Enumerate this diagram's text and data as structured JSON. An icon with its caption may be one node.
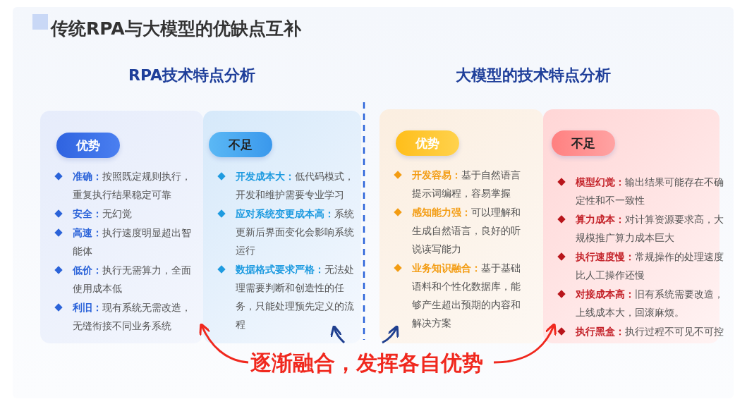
{
  "diagram": {
    "title": "传统RPA与大模型的优缺点互补",
    "nodes": [
      {
        "text": [
          "**准确：**按照既定规则执行，重复执行结果稳定可靠",
          "**安全：**无幻觉",
          "**高速：**执行速度明显超出智能体",
          "**低价：**执行无需算力，全面使用成本低",
          "**利旧：**现有系统无需改造，无缝衔接不同业务系统"
        ]
      },
      {
        "text": [
          "优势"
        ],
        "in": 0
      },
      {
        "text": [
          "**开发成本大：**低代码模式，开发和维护需要专业学习",
          "**应对系统变更成本高：**系统更新后界面变化会影响系统运行",
          "**数据格式要求严格：**无法处理需要判断和创造性的任务，只能处理预先定义的流程"
        ]
      },
      {
        "text": [
          "不足"
        ],
        "in": 2
      },
      {
        "text": [
          "**开发容易：**基于自然语言提示词编程，容易掌握",
          "**感知能力强：**可以理解和生成自然语言，良好的听说读写能力",
          "**业务知识融合：**基于基础语料和个性化数据库，能够产生超出预期的内容和解决方案"
        ]
      },
      {
        "text": [
          "优势"
        ],
        "in": 4
      },
      {
        "text": [
          "**模型幻觉：**输出结果可能存在不确定性和不一致性",
          "**算力成本：**对计算资源要求高，大规模推广算力成本巨大",
          "**执行速度慢：**常规操作的处理速度比人工操作还慢",
          "**对接成本高：**旧有系统需要改造，上线成本大，回滚麻烦。",
          "**执行黑盒：**执行过程不可见不可控"
        ]
      },
      {
        "text": [
          "不足"
        ],
        "in": 6
      },
      {
        "text": [
          "逐渐融合，发挥各自优势"
        ]
      }
    ],
    "edges": [
      {
        "from": 8,
        "to": 0,
        "arrow": "to",
        "color": "#f0281e"
      },
      {
        "from": 8,
        "to": 2,
        "arrow": "to",
        "color": "#1f3f8f"
      },
      {
        "from": 8,
        "to": 4,
        "arrow": "to",
        "color": "#1f3f8f"
      },
      {
        "from": 8,
        "to": 6,
        "arrow": "to",
        "color": "#f0281e"
      }
    ],
    "labels": [
      "RPA技术特点分析",
      "大模型的技术特点分析"
    ]
  }
}
